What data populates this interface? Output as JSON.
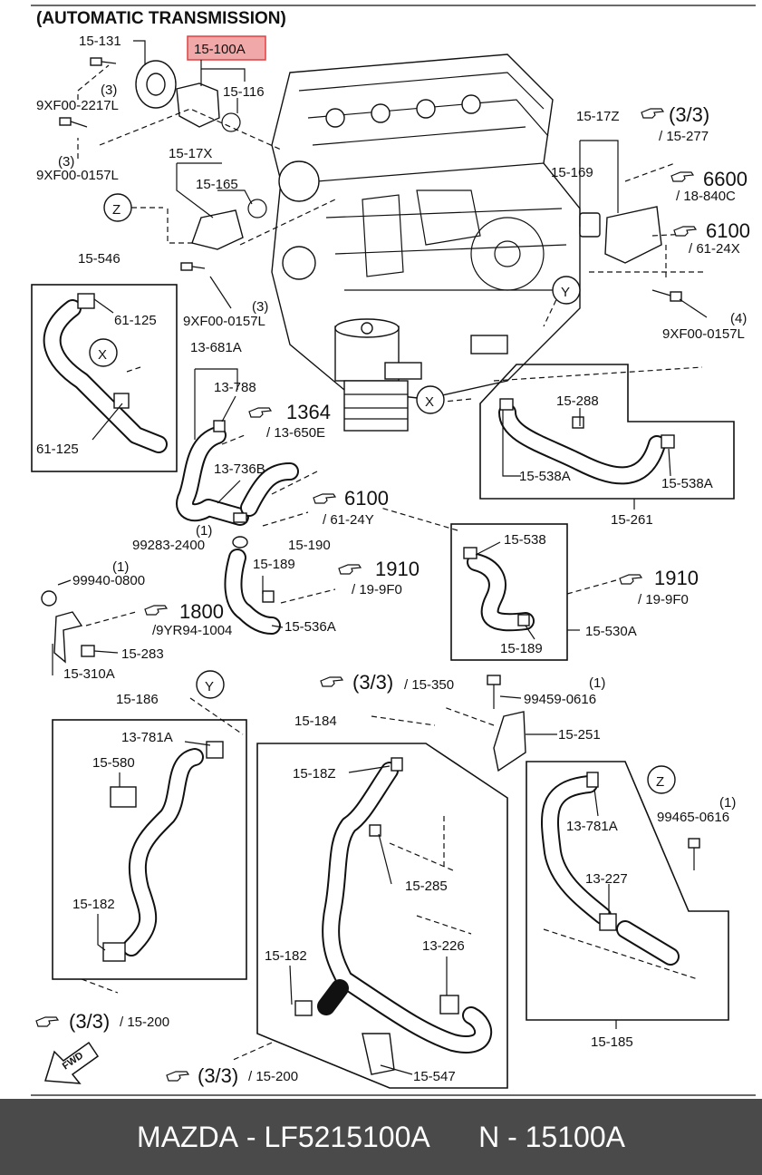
{
  "title": "(AUTOMATIC TRANSMISSION)",
  "highlight_label": "15-100A",
  "labels": {
    "p15_131": "15-131",
    "p15_116": "15-116",
    "p9xf_2217l": "9XF00-2217L",
    "q3a": "(3)",
    "p9xf_0157l_a": "9XF00-0157L",
    "q3b": "(3)",
    "p15_17x": "15-17X",
    "p15_165": "15-165",
    "p9xf_0157l_b": "9XF00-0157L",
    "q3c": "(3)",
    "p15_17z": "15-17Z",
    "ref_33_15277": "(3/3)",
    "ref_15277": "/ 15-277",
    "p15_169": "15-169",
    "ref_6600": "6600",
    "ref_18840c": "/ 18-840C",
    "ref_6100a": "6100",
    "ref_6124x": "/ 61-24X",
    "p9xf_0157l_c": "9XF00-0157L",
    "q4": "(4)",
    "p15_546": "15-546",
    "p61_125a": "61-125",
    "p61_125b": "61-125",
    "p13_681a": "13-681A",
    "p13_788": "13-788",
    "ref_1364": "1364",
    "ref_13650e": "/ 13-650E",
    "p13_736b": "13-736B",
    "ref_6100b": "6100",
    "ref_6124y": "/ 61-24Y",
    "q1a": "(1)",
    "p99283": "99283-2400",
    "p15_190": "15-190",
    "p15_288": "15-288",
    "p15_538a_l": "15-538A",
    "p15_538a_r": "15-538A",
    "p15_261": "15-261",
    "q1b": "(1)",
    "p99940": "99940-0800",
    "p15_189a": "15-189",
    "ref_1910a": "1910",
    "ref_199f0a": "/ 19-9F0",
    "ref_1800": "1800",
    "ref_9yr94": "/9YR94-1004",
    "p15_536a": "15-536A",
    "p15_283": "15-283",
    "p15_310a": "15-310A",
    "p15_538": "15-538",
    "ref_1910b": "1910",
    "ref_199f0b": "/ 19-9F0",
    "p15_189b": "15-189",
    "p15_530a": "15-530A",
    "p15_186": "15-186",
    "p13_781a_a": "13-781A",
    "p15_580": "15-580",
    "p15_182a": "15-182",
    "ref_33_15350": "(3/3)",
    "ref_15350": "/ 15-350",
    "q1c": "(1)",
    "p99459": "99459-0616",
    "p15_251": "15-251",
    "p15_184": "15-184",
    "p15_18z": "15-18Z",
    "p15_285": "15-285",
    "p13_226": "13-226",
    "p15_182b": "15-182",
    "p15_547": "15-547",
    "p13_781a_b": "13-781A",
    "q1d": "(1)",
    "p99465": "99465-0616",
    "p13_227": "13-227",
    "p15_185": "15-185",
    "ref_33_15200a": "(3/3)",
    "ref_15200a": "/ 15-200",
    "ref_33_15200b": "(3/3)",
    "ref_15200b": "/ 15-200",
    "fwd": "FWD"
  },
  "callouts": {
    "z1": "Z",
    "x1": "X",
    "y1": "Y",
    "x2": "X",
    "y2": "Y",
    "z2": "Z"
  },
  "footer": {
    "brand": "MAZDA",
    "part_number": "LF5215100A",
    "short_number": "N - 15100A"
  },
  "colors": {
    "highlight_fill": "#f0a8a8",
    "highlight_border": "#e04040",
    "footer_bg": "#4a4a4a",
    "footer_text": "#ffffff"
  },
  "icons": [
    "pointing-hand-icon",
    "fwd-arrow-icon"
  ]
}
